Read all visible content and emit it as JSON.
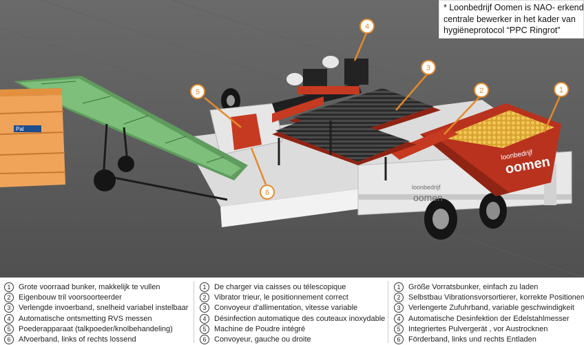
{
  "note": {
    "lines": [
      "* Loonbedrijf Oomen is NAO- erkend",
      "centrale bewerker in het kader van",
      "hygiëneprotocol “PPC Ringrot”"
    ]
  },
  "machine": {
    "brand_small": "loonbedrijf",
    "brand_big": "oomen",
    "crate_label": "Pal"
  },
  "callouts": [
    "1",
    "2",
    "3",
    "4",
    "5",
    "6"
  ],
  "legend": {
    "nl": [
      {
        "num": "1",
        "text": "Grote voorraad bunker, makkelijk te vullen"
      },
      {
        "num": "2",
        "text": "Eigenbouw tril voorsoorteerder"
      },
      {
        "num": "3",
        "text": "Verlengde invoerband, snelheid variabel instelbaar"
      },
      {
        "num": "4",
        "text": "Automatische ontsmetting RVS messen"
      },
      {
        "num": "5",
        "text": "Poederapparaat (talkpoeder/knolbehandeling)"
      },
      {
        "num": "6",
        "text": "Afvoerband, links of rechts lossend"
      }
    ],
    "fr": [
      {
        "num": "1",
        "text": "De charger via caisses ou télescopique"
      },
      {
        "num": "2",
        "text": "Vibrator trieur, le positionnement correct"
      },
      {
        "num": "3",
        "text": "Convoyeur d'allimentation, vitesse variable"
      },
      {
        "num": "4",
        "text": "Désinfection automatique des couteaux inoxydable"
      },
      {
        "num": "5",
        "text": "Machine de Poudre intégré"
      },
      {
        "num": "6",
        "text": "Convoyeur, gauche ou droite"
      }
    ],
    "de": [
      {
        "num": "1",
        "text": "Größe Vorratsbunker, einfach zu laden"
      },
      {
        "num": "2",
        "text": "Selbstbau Vibrationsvorsortierer, korrekte Positionerung"
      },
      {
        "num": "3",
        "text": "Verlengerte Zufuhrband, variable geschwindigkeit"
      },
      {
        "num": "4",
        "text": "Automatische Desinfektion der Edelstahlmesser"
      },
      {
        "num": "5",
        "text": "Integriertes Pulvergerät , vor Austrocknen"
      },
      {
        "num": "6",
        "text": "Förderband, links und rechts Entladen"
      }
    ]
  }
}
